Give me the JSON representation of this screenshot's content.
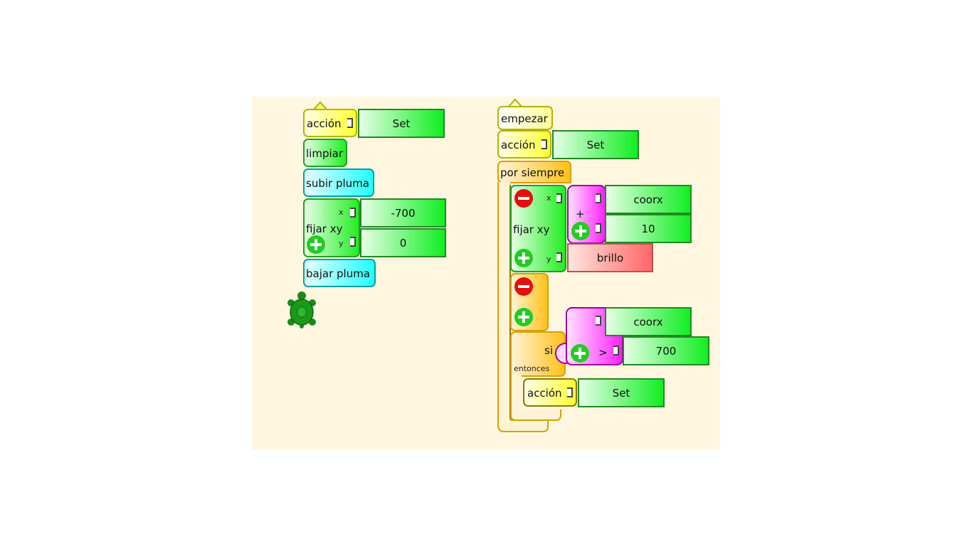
{
  "colors": {
    "canvas": "#fff7e0",
    "action_yellow": "#ffff33",
    "pen_green": "#22ee22",
    "pen_cyan": "#22ffff",
    "flow_orange": "#ffc21a",
    "number_magenta": "#ff22ff",
    "box_green": "#11ee22",
    "sensor_red": "#ff6666",
    "add_button": "#22cc22",
    "remove_button": "#e21010"
  },
  "left_stack": {
    "action": {
      "label": "acción",
      "arg": "Set"
    },
    "clear": {
      "label": "limpiar"
    },
    "pen_up": {
      "label": "subir pluma"
    },
    "setxy": {
      "label": "fijar xy",
      "x_label": "x",
      "x_value": "-700",
      "y_label": "y",
      "y_value": "0"
    },
    "pen_down": {
      "label": "bajar pluma"
    }
  },
  "right_stack": {
    "start": {
      "label": "empezar"
    },
    "action": {
      "label": "acción",
      "arg": "Set"
    },
    "forever": {
      "label": "por siempre"
    },
    "setxy": {
      "label": "fijar xy",
      "x_label": "x",
      "y_label": "y",
      "plus_op": "+",
      "plus_left": "coorx",
      "plus_right": "10",
      "y_value": "brillo"
    },
    "if": {
      "label_si": "si",
      "label_then": "entonces",
      "cmp_op": ">",
      "cmp_left": "coorx",
      "cmp_right": "700",
      "action_label": "acción",
      "action_arg": "Set"
    }
  },
  "icons": {
    "turtle": "turtle-icon",
    "add": "plus-circle-icon",
    "remove": "minus-circle-icon"
  }
}
